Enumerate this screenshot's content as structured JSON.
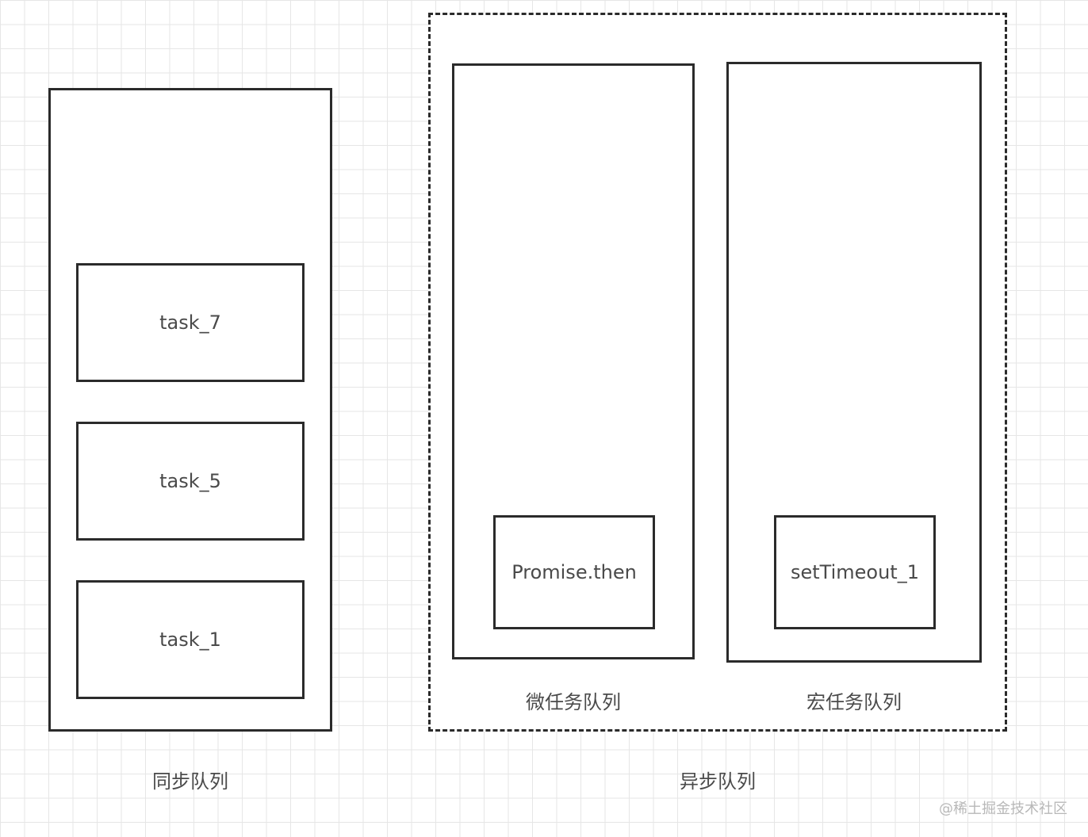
{
  "sync_queue": {
    "label": "同步队列",
    "tasks": [
      "task_7",
      "task_5",
      "task_1"
    ]
  },
  "async_queue": {
    "label": "异步队列",
    "micro": {
      "label": "微任务队列",
      "task": "Promise.then"
    },
    "macro": {
      "label": "宏任务队列",
      "task": "setTimeout_1"
    }
  },
  "watermark": "@稀土掘金技术社区",
  "colors": {
    "border": "#2b2b2b",
    "text": "#4a4a4a",
    "grid": "#e6e6e6",
    "watermark": "#b8b8b8"
  }
}
